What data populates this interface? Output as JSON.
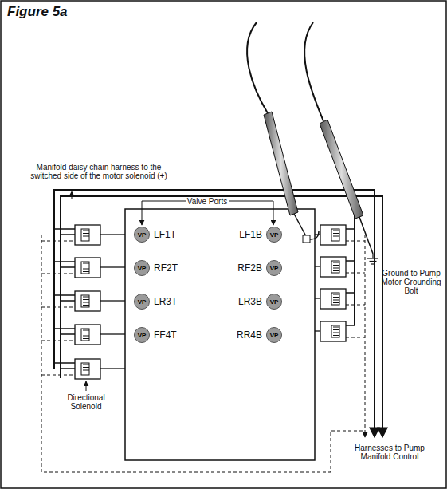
{
  "diagram": {
    "title": "Figure 5a",
    "nodes": [
      {
        "text": [
          "VP",
          "LF1T"
        ]
      },
      {
        "text": [
          "VP",
          "LF1B"
        ]
      },
      {
        "text": [
          "VP",
          "RF2T"
        ]
      },
      {
        "text": [
          "VP",
          "RF2B"
        ]
      },
      {
        "text": [
          "VP",
          "LR3T"
        ]
      },
      {
        "text": [
          "VP",
          "LR3B"
        ]
      },
      {
        "text": [
          "VP",
          "FF4T"
        ]
      },
      {
        "text": [
          "VP",
          "RR4B"
        ]
      }
    ],
    "labels": [
      "Manifold daisy chain harness to the switched side of the motor solenoid (+)",
      "Valve Ports",
      "Ground to Pump Motor Grounding Bolt",
      "Directional Solenoid",
      "Harnesses to Pump Manifold Control"
    ]
  }
}
